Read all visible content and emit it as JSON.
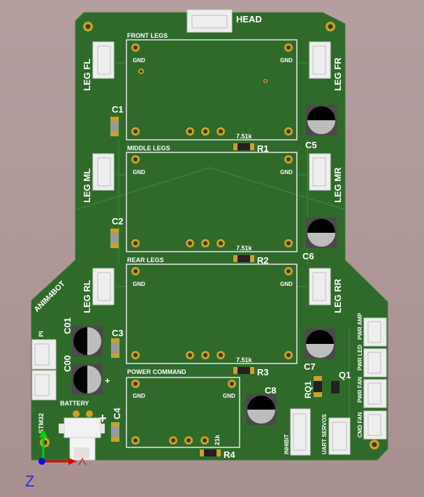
{
  "board": {
    "colors": {
      "board": "#2f6a2b",
      "silk": "#ffffff",
      "pad": "#c9a227",
      "background": "#b09899"
    },
    "brand": "ANIM4BOT",
    "head": "HEAD",
    "modules": [
      {
        "title": "FRONT LEGS",
        "gnd_left": "GND",
        "gnd_right": "GND",
        "resistor_value": "7.51k",
        "resistor": "R1"
      },
      {
        "title": "MIDDLE LEGS",
        "gnd_left": "GND",
        "gnd_right": "GND",
        "resistor_value": "7.51k",
        "resistor": "R2"
      },
      {
        "title": "REAR LEGS",
        "gnd_left": "GND",
        "gnd_right": "GND",
        "resistor_value": "7.51k",
        "resistor": "R3"
      },
      {
        "title": "POWER COMMAND",
        "gnd_left": "GND",
        "gnd_right": "GND",
        "resistor_value": "21k",
        "resistor": "R4"
      }
    ],
    "legs": {
      "fl": "LEG FL",
      "fr": "LEG FR",
      "ml": "LEG ML",
      "mr": "LEG MR",
      "rl": "LEG RL",
      "rr": "LEG RR"
    },
    "caps": {
      "c1": "C1",
      "c2": "C2",
      "c3": "C3",
      "c4": "C4",
      "c5": "C5",
      "c6": "C6",
      "c7": "C7",
      "c8": "C8",
      "c00": "C00",
      "c01": "C01"
    },
    "plus": "+",
    "pi": "PI",
    "stm32": "STM32",
    "battery": "BATTERY",
    "inhibit": "INHIBIT",
    "uart": "UART SERVOS",
    "rq1": "RQ1",
    "q1": "Q1",
    "right_connectors": [
      "PWR AMP",
      "PWR LED",
      "PWR FAN",
      "CMD FAN"
    ],
    "axis": {
      "z": "Z"
    }
  }
}
